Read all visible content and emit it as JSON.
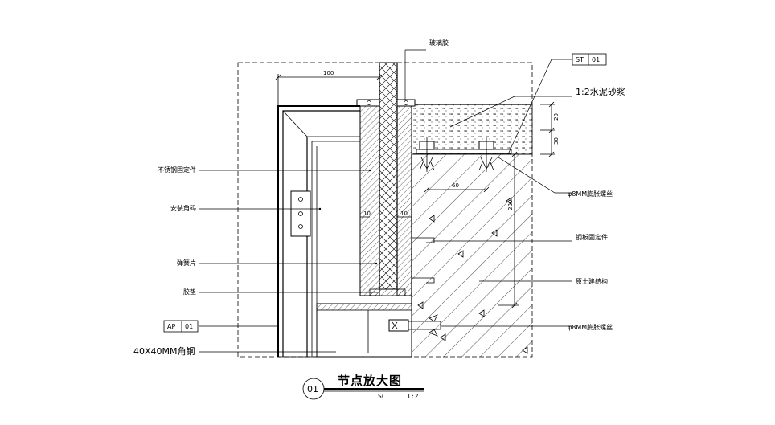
{
  "labels": {
    "top": "玻璃胶",
    "tag_right": "ST",
    "tag_right_num": "01",
    "mortar": "1:2水泥砂浆",
    "bolt_upper": "φ8MM膨胀螺丝",
    "steel_fixing": "钢板固定件",
    "concrete": "原土建结构",
    "bolt_lower": "φ8MM膨胀螺丝",
    "stainless": "不锈钢固定件",
    "bracket": "安装角码",
    "spring": "弹簧片",
    "pad": "胶垫",
    "tag_left": "AP",
    "tag_left_num": "01",
    "angle_steel": "40X40MM角钢"
  },
  "dimensions": {
    "d100": "100",
    "d20": "20",
    "d30": "30",
    "d60": "60",
    "d200": "200",
    "d10a": "10",
    "d10b": "10"
  },
  "title": {
    "number": "01",
    "text": "节点放大图",
    "sc": "SC",
    "scale": "1:2"
  },
  "colors": {
    "line": "#000000",
    "background": "#ffffff"
  }
}
